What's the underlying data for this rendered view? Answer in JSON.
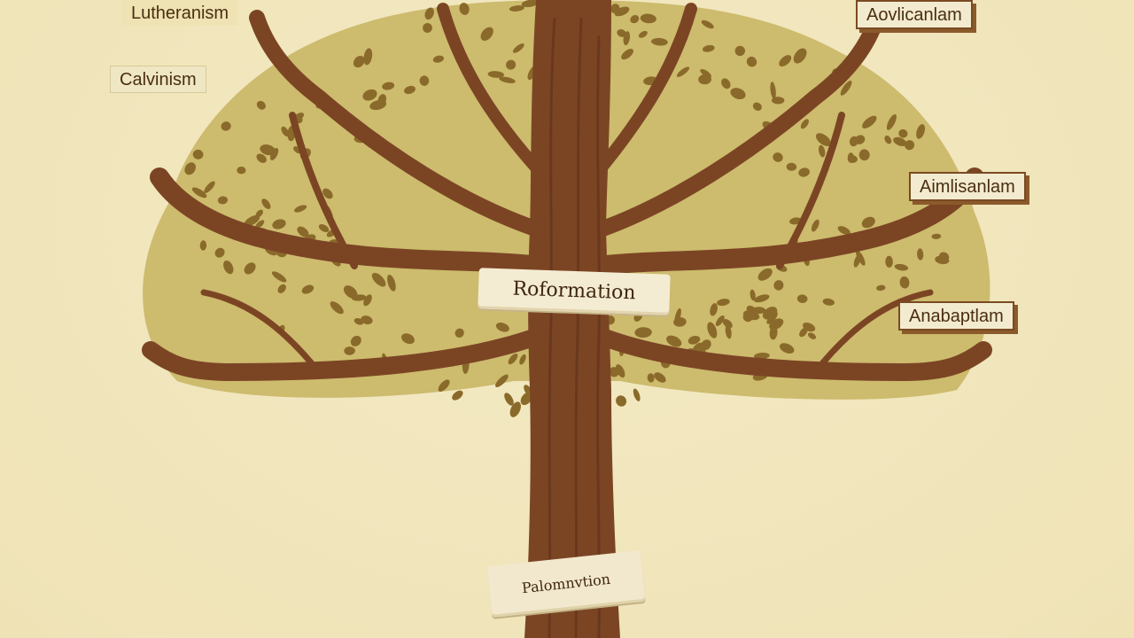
{
  "diagram": {
    "center_ribbon": "Roformation",
    "base_ribbon": "Palomnvtion",
    "branches": [
      {
        "label": "Lutheranism"
      },
      {
        "label": "Calvinism"
      },
      {
        "label": "Aovlicanlam"
      },
      {
        "label": "Aimlisanlam"
      },
      {
        "label": "Anabaptlam"
      }
    ]
  },
  "colors": {
    "trunk": "#7b4524",
    "trunk_dark": "#5e3118",
    "canopy": "#cdbb6e",
    "leaf": "#8a6a2a",
    "background": "#f2e8c0"
  }
}
